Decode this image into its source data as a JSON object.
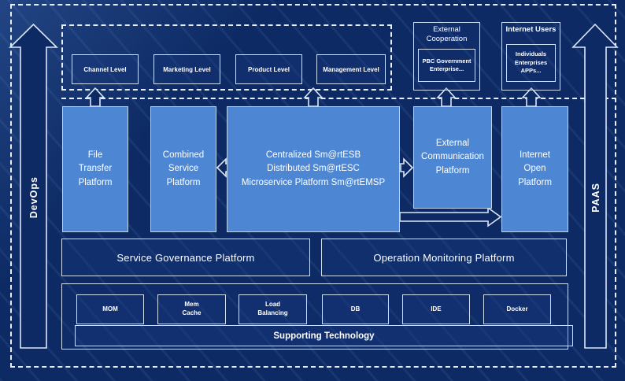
{
  "diagram": {
    "left_rail": {
      "label": "DevOps"
    },
    "right_rail": {
      "label": "PAAS"
    },
    "levels": {
      "items": [
        {
          "label": "Channel Level"
        },
        {
          "label": "Marketing Level"
        },
        {
          "label": "Product Level"
        },
        {
          "label": "Management Level"
        }
      ]
    },
    "external_cooperation": {
      "title": "External\nCooperation",
      "members": "PBC Government\nEnterprise..."
    },
    "internet_users": {
      "title": "Internet Users",
      "members": "Individuals\nEnterprises\nAPPs..."
    },
    "platforms": {
      "file_transfer": "File\nTransfer\nPlatform",
      "combined_service": "Combined\nService\nPlatform",
      "esb": "Centralized Sm@rtESB\nDistributed Sm@rtESC\nMicroservice Platform Sm@rtEMSP",
      "external_communication": "External\nCommunication\nPlatform",
      "internet_open": "Internet\nOpen\nPlatform"
    },
    "governance": {
      "service": "Service Governance Platform",
      "operation": "Operation Monitoring Platform"
    },
    "technology": {
      "items": [
        {
          "label": "MOM"
        },
        {
          "label": "Mem\nCache"
        },
        {
          "label": "Load\nBalancing"
        },
        {
          "label": "DB"
        },
        {
          "label": "IDE"
        },
        {
          "label": "Docker"
        }
      ],
      "bar": "Supporting Technology"
    },
    "colors": {
      "background": "#0d2a64",
      "platform_blue": "#4d87d3",
      "line_light": "#dbe7f6",
      "text": "#ffffff"
    }
  }
}
